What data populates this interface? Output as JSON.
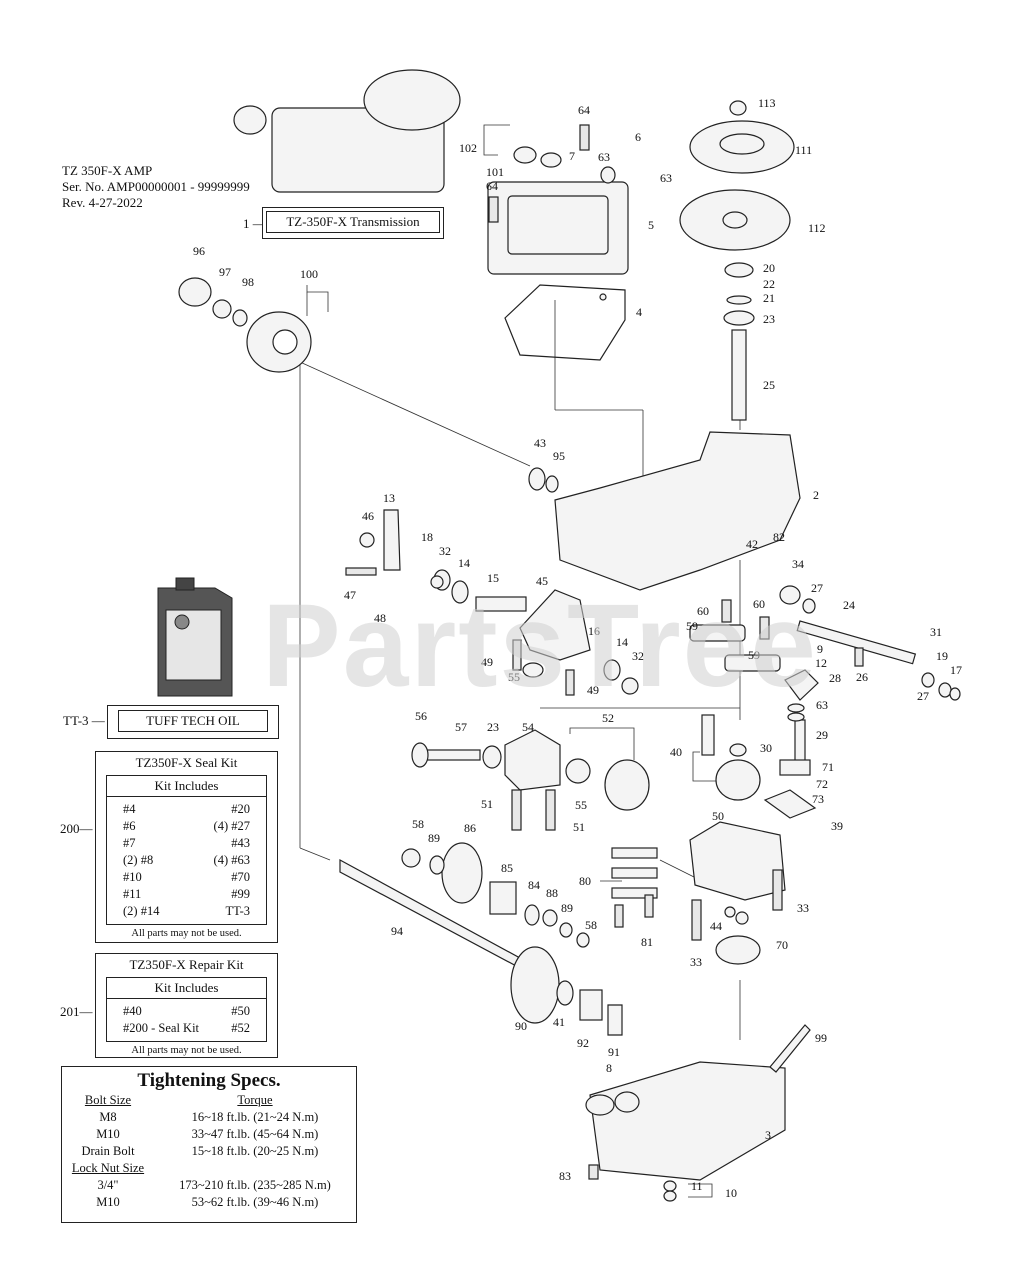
{
  "header": {
    "model": "TZ 350F-X AMP",
    "serial": "Ser. No. AMP00000001 - 99999999",
    "revision": "Rev. 4-27-2022"
  },
  "transmission_box": {
    "num": "1",
    "label": "TZ-350F-X Transmission"
  },
  "oil_box": {
    "num": "TT-3",
    "label": "TUFF TECH OIL"
  },
  "watermark": "PartsTree",
  "seal_kit": {
    "num": "200",
    "title": "TZ350F-X Seal Kit",
    "includes": "Kit Includes",
    "rows": [
      {
        "left": "#4",
        "right": "#20"
      },
      {
        "left": "#6",
        "right": "(4) #27"
      },
      {
        "left": "#7",
        "right": "#43"
      },
      {
        "left": "(2) #8",
        "right": "(4) #63"
      },
      {
        "left": "#10",
        "right": "#70"
      },
      {
        "left": "#11",
        "right": "#99"
      },
      {
        "left": "(2) #14",
        "right": "TT-3"
      }
    ],
    "note": "All parts may not be used."
  },
  "repair_kit": {
    "num": "201",
    "title": "TZ350F-X Repair Kit",
    "includes": "Kit Includes",
    "rows": [
      {
        "left": "#40",
        "right": "#50"
      },
      {
        "left": "#200 - Seal Kit",
        "right": "#52"
      }
    ],
    "note": "All parts may not be used."
  },
  "specs": {
    "title": "Tightening Specs.",
    "bolt_header": "Bolt Size",
    "torque_header": "Torque",
    "bolts": [
      {
        "size": "M8",
        "torque": "16~18 ft.lb. (21~24 N.m)"
      },
      {
        "size": "M10",
        "torque": "33~47 ft.lb. (45~64 N.m)"
      },
      {
        "size": "Drain Bolt",
        "torque": "15~18 ft.lb. (20~25 N.m)"
      }
    ],
    "nut_header": "Lock Nut Size",
    "nuts": [
      {
        "size": "3/4\"",
        "torque": "173~210 ft.lb. (235~285 N.m)"
      },
      {
        "size": "M10",
        "torque": "53~62 ft.lb. (39~46 N.m)"
      }
    ]
  },
  "callouts": [
    "113",
    "111",
    "112",
    "20",
    "22",
    "21",
    "23",
    "25",
    "64",
    "6",
    "102",
    "101",
    "7",
    "63",
    "63",
    "64",
    "5",
    "4",
    "96",
    "97",
    "98",
    "100",
    "43",
    "95",
    "2",
    "13",
    "46",
    "18",
    "32",
    "14",
    "15",
    "45",
    "47",
    "48",
    "42",
    "82",
    "34",
    "27",
    "24",
    "60",
    "60",
    "59",
    "59",
    "16",
    "14",
    "32",
    "49",
    "55",
    "49",
    "9",
    "12",
    "31",
    "26",
    "28",
    "19",
    "17",
    "27",
    "63",
    "56",
    "57",
    "23",
    "54",
    "52",
    "40",
    "30",
    "29",
    "71",
    "72",
    "73",
    "51",
    "55",
    "51",
    "39",
    "58",
    "89",
    "86",
    "50",
    "85",
    "84",
    "88",
    "89",
    "80",
    "81",
    "94",
    "44",
    "33",
    "33",
    "70",
    "90",
    "41",
    "58",
    "92",
    "91",
    "99",
    "8",
    "3",
    "83",
    "11",
    "10"
  ]
}
